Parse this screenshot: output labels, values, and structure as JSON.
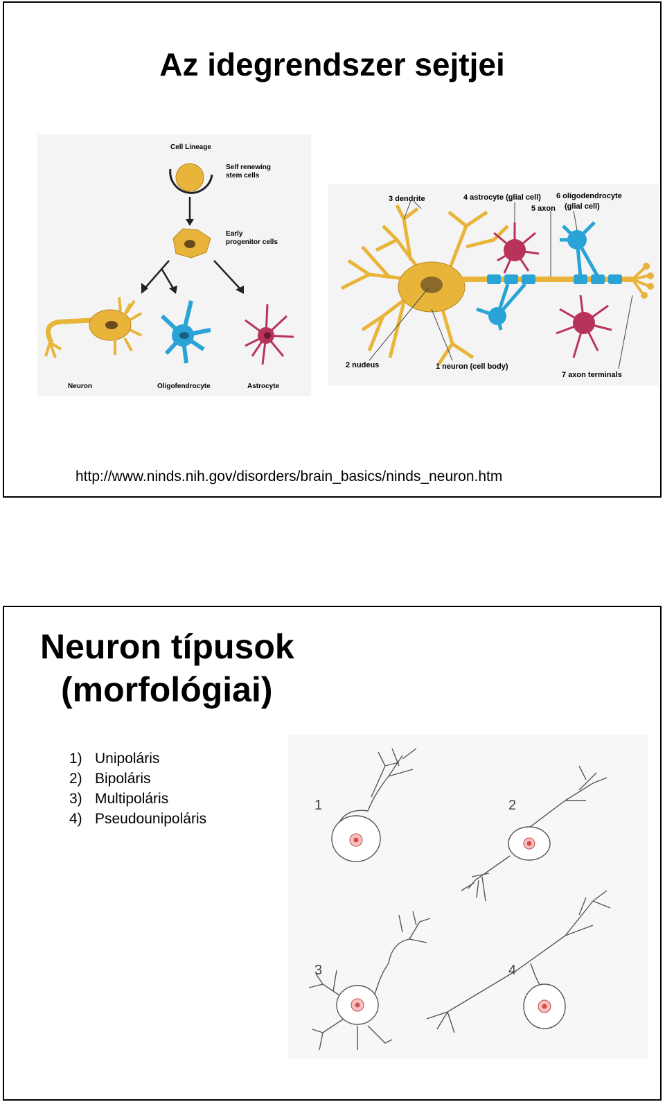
{
  "slide1": {
    "title": "Az idegrendszer sejtjei",
    "lineage_figure": {
      "heading": "Cell Lineage",
      "stem_label_1": "Self renewing",
      "stem_label_2": "stem cells",
      "progenitor_label_1": "Early",
      "progenitor_label_2": "progenitor cells",
      "cells": [
        "Neuron",
        "Oligofendrocyte",
        "Astrocyte"
      ]
    },
    "neuron_figure": {
      "labels": {
        "dendrite": "3 dendrite",
        "astrocyte": "4 astrocyte (glial cell)",
        "oligo_1": "6 oligodendrocyte",
        "oligo_2": "(glial cell)",
        "axon": "5 axon",
        "nucleus": "2 nudeus",
        "cell_body": "1 neuron (cell body)",
        "terminals": "7 axon terminals"
      }
    },
    "source_url": "http://www.ninds.nih.gov/disorders/brain_basics/ninds_neuron.htm"
  },
  "slide2": {
    "title_line1": "Neuron típusok",
    "title_line2": "(morfológiai)",
    "types": [
      {
        "num": "1)",
        "name": "Unipoláris"
      },
      {
        "num": "2)",
        "name": "Bipoláris"
      },
      {
        "num": "3)",
        "name": "Multipoláris"
      },
      {
        "num": "4)",
        "name": "Pseudounipoláris"
      }
    ],
    "figure_numbers": [
      "1",
      "2",
      "3",
      "4"
    ]
  },
  "colors": {
    "neuron_yellow": "#e8b53a",
    "oligo_blue": "#2aa3d6",
    "astro_red": "#b8335a",
    "nucleus_red": "#e36a6a"
  }
}
